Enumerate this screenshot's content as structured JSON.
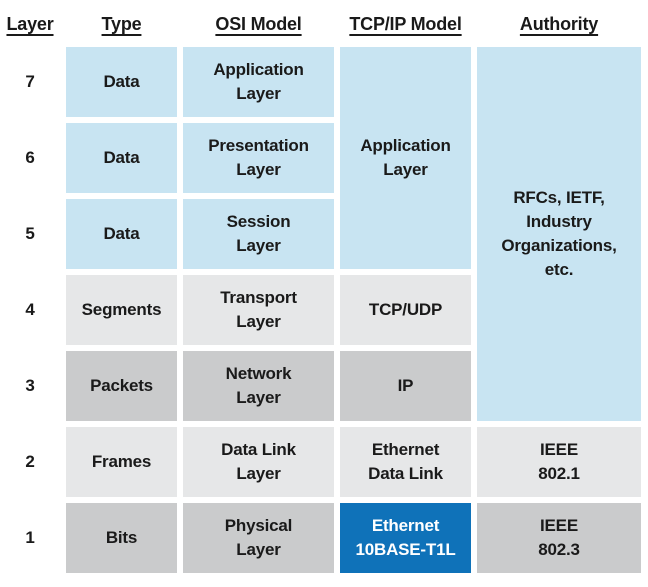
{
  "header": {
    "layer": "Layer",
    "type": "Type",
    "osi": "OSI Model",
    "tcpip": "TCP/IP Model",
    "authority": "Authority"
  },
  "merged_cells": {
    "tcpip_application": "Application\nLayer",
    "authority_rfcs": "RFCs, IETF,\nIndustry\nOrganizations,\netc."
  },
  "rows": [
    {
      "layer": "7",
      "type": "Data",
      "osi": "Application\nLayer"
    },
    {
      "layer": "6",
      "type": "Data",
      "osi": "Presentation\nLayer"
    },
    {
      "layer": "5",
      "type": "Data",
      "osi": "Session\nLayer"
    },
    {
      "layer": "4",
      "type": "Segments",
      "osi": "Transport\nLayer",
      "tcpip": "TCP/UDP"
    },
    {
      "layer": "3",
      "type": "Packets",
      "osi": "Network\nLayer",
      "tcpip": "IP"
    },
    {
      "layer": "2",
      "type": "Frames",
      "osi": "Data Link\nLayer",
      "tcpip": "Ethernet\nData Link",
      "authority": "IEEE\n802.1"
    },
    {
      "layer": "1",
      "type": "Bits",
      "osi": "Physical\nLayer",
      "tcpip": "Ethernet\n10BASE-T1L",
      "authority": "IEEE\n802.3"
    }
  ],
  "colors": {
    "light_blue": "#c8e4f2",
    "light_gray": "#e6e7e8",
    "medium_gray": "#cacbcc",
    "accent_blue": "#0f72b9",
    "text": "#1a1a1a",
    "highlight_text": "#ffffff"
  }
}
